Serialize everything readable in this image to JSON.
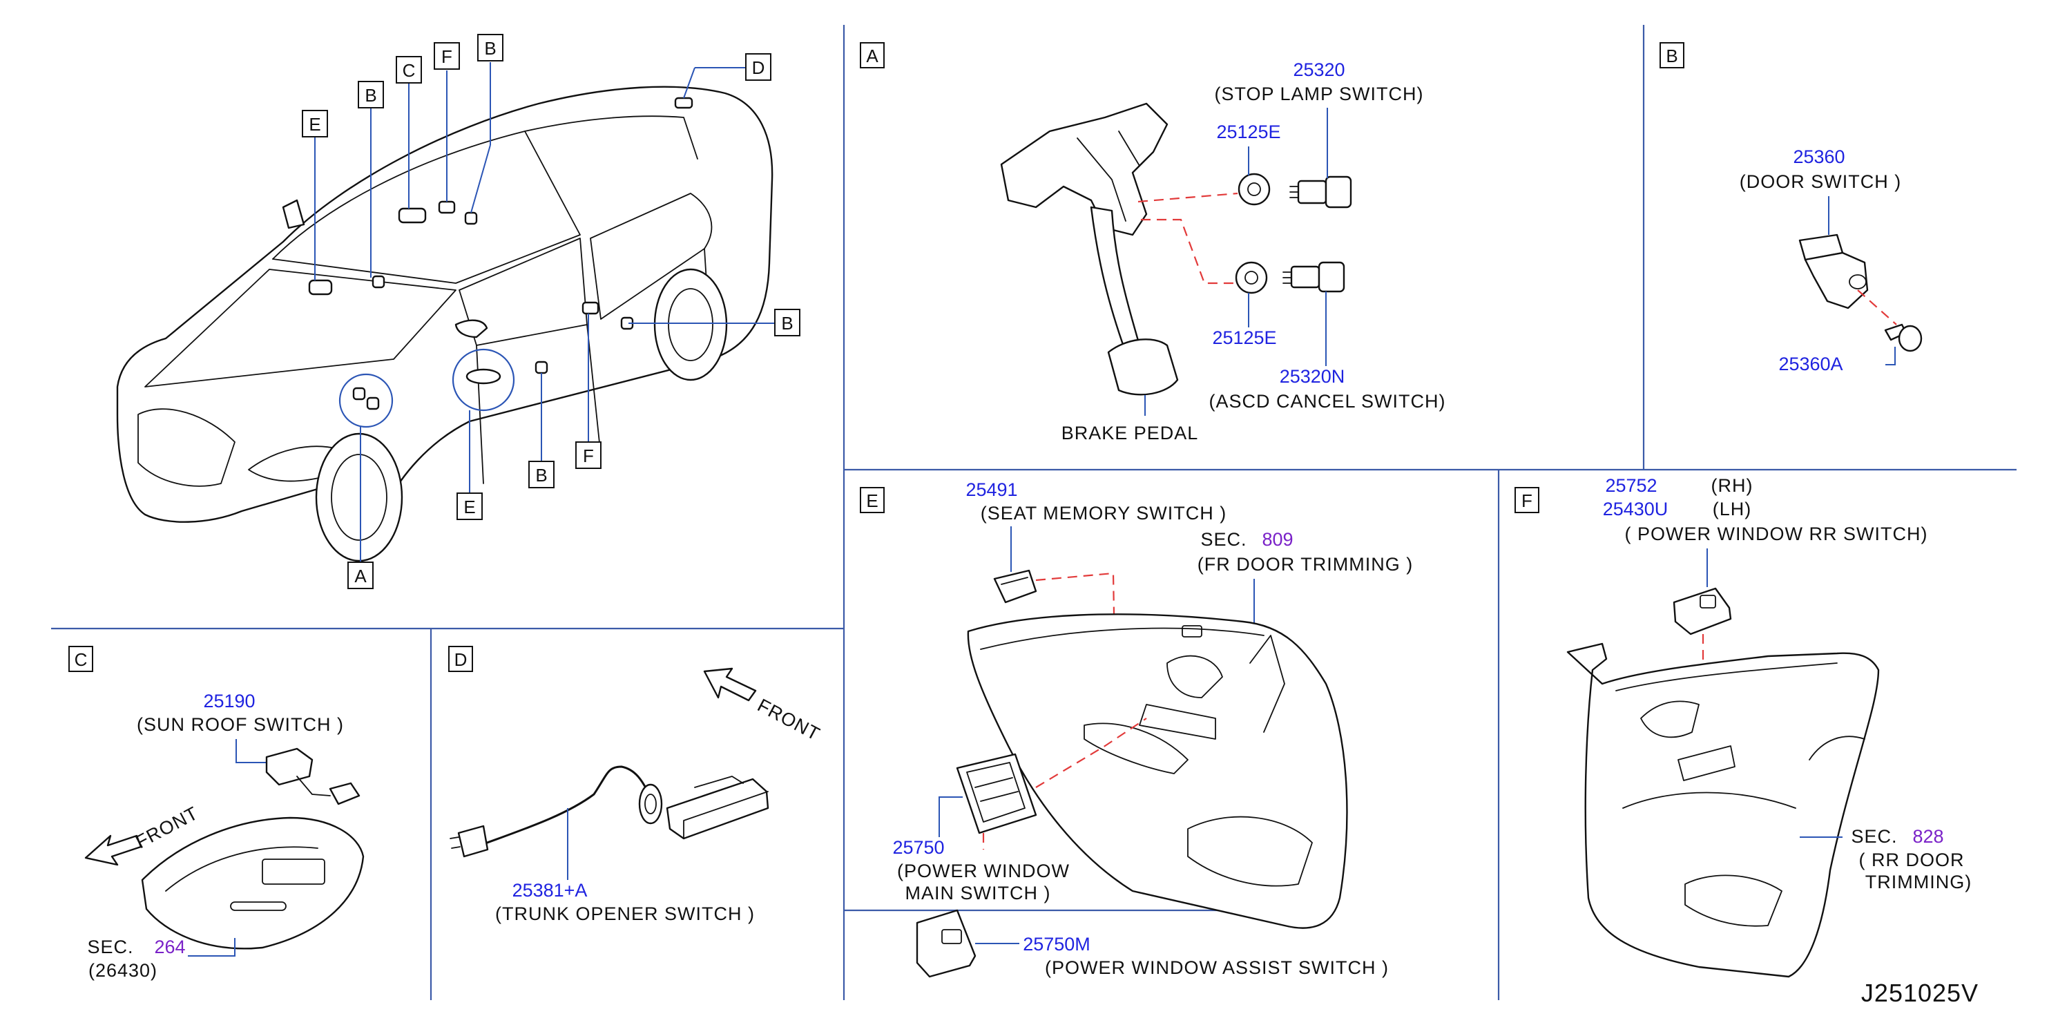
{
  "overview": {
    "callouts": [
      "E",
      "B",
      "C",
      "F",
      "B",
      "D",
      "B",
      "F",
      "B",
      "E",
      "A"
    ]
  },
  "panel_a": {
    "letter": "A",
    "stop_lamp_pn": "25320",
    "stop_lamp_name": "(STOP   LAMP   SWITCH)",
    "clip_top_pn": "25125E",
    "clip_bottom_pn": "25125E",
    "ascd_pn": "25320N",
    "ascd_name": "(ASCD   CANCEL   SWITCH)",
    "pedal_name": "BRAKE   PEDAL"
  },
  "panel_b": {
    "letter": "B",
    "door_switch_pn": "25360",
    "door_switch_name": "(DOOR   SWITCH )",
    "bolt_pn": "25360A"
  },
  "panel_c": {
    "letter": "C",
    "sunroof_pn": "25190",
    "sunroof_name": "(SUN   ROOF   SWITCH )",
    "front": "FRONT",
    "sec_label": "SEC.",
    "sec_no": "264",
    "sec_sub": "(26430)"
  },
  "panel_d": {
    "letter": "D",
    "front": "FRONT",
    "trunk_pn": "25381+A",
    "trunk_name": "(TRUNK   OPENER   SWITCH )"
  },
  "panel_e": {
    "letter": "E",
    "seat_pn": "25491",
    "seat_name": "(SEAT   MEMORY   SWITCH )",
    "sec_label": "SEC.",
    "sec_no": "809",
    "sec_name": "(FR   DOOR   TRIMMING )",
    "main_pn": "25750",
    "main_name_1": "(POWER   WINDOW",
    "main_name_2": "MAIN   SWITCH )",
    "assist_pn": "25750M",
    "assist_name": "(POWER   WINDOW          ASSIST   SWITCH )"
  },
  "panel_f": {
    "letter": "F",
    "rh_pn": "25752",
    "rh_tag": "(RH)",
    "lh_pn": "25430U",
    "lh_tag": "(LH)",
    "rr_name": "( POWER   WINDOW   RR   SWITCH)",
    "sec_label": "SEC.",
    "sec_no": "828",
    "sec_name_1": "( RR   DOOR",
    "sec_name_2": "TRIMMING)"
  },
  "ref_code": "J251025V"
}
